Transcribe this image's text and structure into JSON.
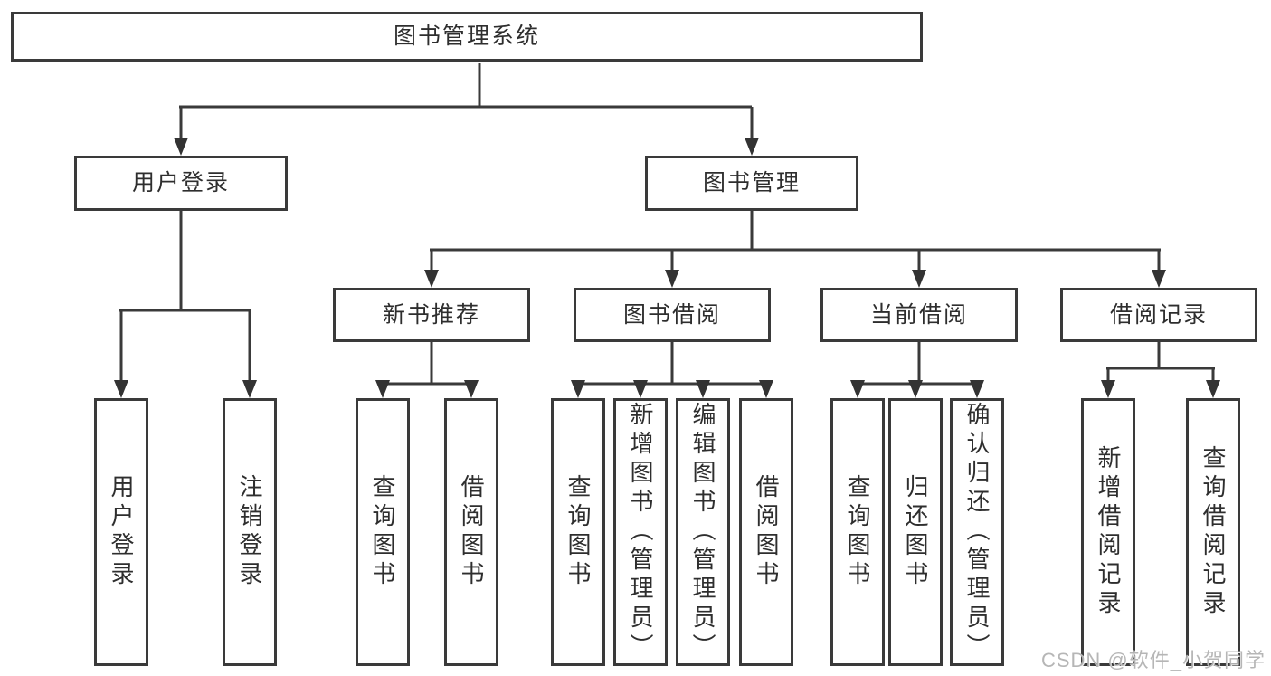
{
  "diagram_title": "图书管理系统",
  "nodes": {
    "root": {
      "label": "图书管理系统"
    },
    "user_login": {
      "label": "用户登录"
    },
    "book_management": {
      "label": "图书管理"
    },
    "new_book_recommend": {
      "label": "新书推荐"
    },
    "book_borrowing": {
      "label": "图书借阅"
    },
    "current_borrowing": {
      "label": "当前借阅"
    },
    "borrowing_records": {
      "label": "借阅记录"
    },
    "leaf_user_login": {
      "label": "用户登录"
    },
    "leaf_logout": {
      "label": "注销登录"
    },
    "leaf_query_books_recommend": {
      "label": "查询图书"
    },
    "leaf_borrow_books_recommend": {
      "label": "借阅图书"
    },
    "leaf_query_books_borrowing": {
      "label": "查询图书"
    },
    "leaf_add_books_admin": {
      "label": "新增图书（管理员）"
    },
    "leaf_edit_books_admin": {
      "label": "编辑图书（管理员）"
    },
    "leaf_borrow_books_borrowing": {
      "label": "借阅图书"
    },
    "leaf_query_books_current": {
      "label": "查询图书"
    },
    "leaf_return_books": {
      "label": "归还图书"
    },
    "leaf_confirm_return_admin": {
      "label": "确认归还（管理员）"
    },
    "leaf_add_borrow_record": {
      "label": "新增借阅记录"
    },
    "leaf_query_borrow_record": {
      "label": "查询借阅记录"
    }
  },
  "watermark": "CSDN @软件_小贺同学",
  "colors": {
    "line": "#3a3a3a",
    "text": "#2e2e2e",
    "watermark": "#b2b2b2",
    "background": "#ffffff"
  }
}
